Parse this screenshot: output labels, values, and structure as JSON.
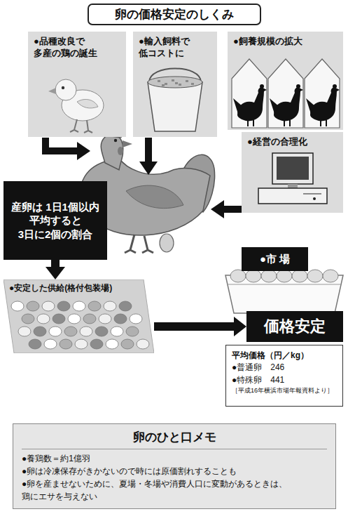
{
  "diagram": {
    "title": "卵の価格安定のしくみ",
    "nodes": [
      {
        "text": [
          "●品種改良で 多産の鶏の誕生"
        ]
      },
      {
        "text": [
          "●輸入飼料で 低コストに"
        ]
      },
      {
        "text": [
          "●飼養規模の拡大"
        ]
      },
      {
        "text": [
          "●経営の合理化"
        ]
      },
      {
        "text": [
          "産卵は 1日1個以内 平均すると 3日に2個の割合"
        ]
      },
      {
        "text": [
          "●安定した供給(格付包装場)"
        ]
      },
      {
        "text": [
          "●市 場"
        ]
      },
      {
        "text": [
          "価格安定"
        ]
      },
      {
        "text": [
          "平均価格（円／kg）",
          "●普通卵　246",
          "●特殊卵　441",
          "［平成16年横浜市場年報資料より］"
        ]
      },
      {
        "text": [
          "卵のひと口メモ",
          "●養鶏数＝約1億羽",
          "●卵は冷凍保存がきかないので時には原価割れすることも",
          "●卵を産ませないために、夏場・冬場や消費人口に変動があるときは、 鶏にエサを与えない"
        ]
      }
    ],
    "edges": [
      {
        "from": 4,
        "to": 5,
        "arrow": "to"
      },
      {
        "from": 5,
        "to": 7,
        "arrow": "to"
      }
    ]
  }
}
